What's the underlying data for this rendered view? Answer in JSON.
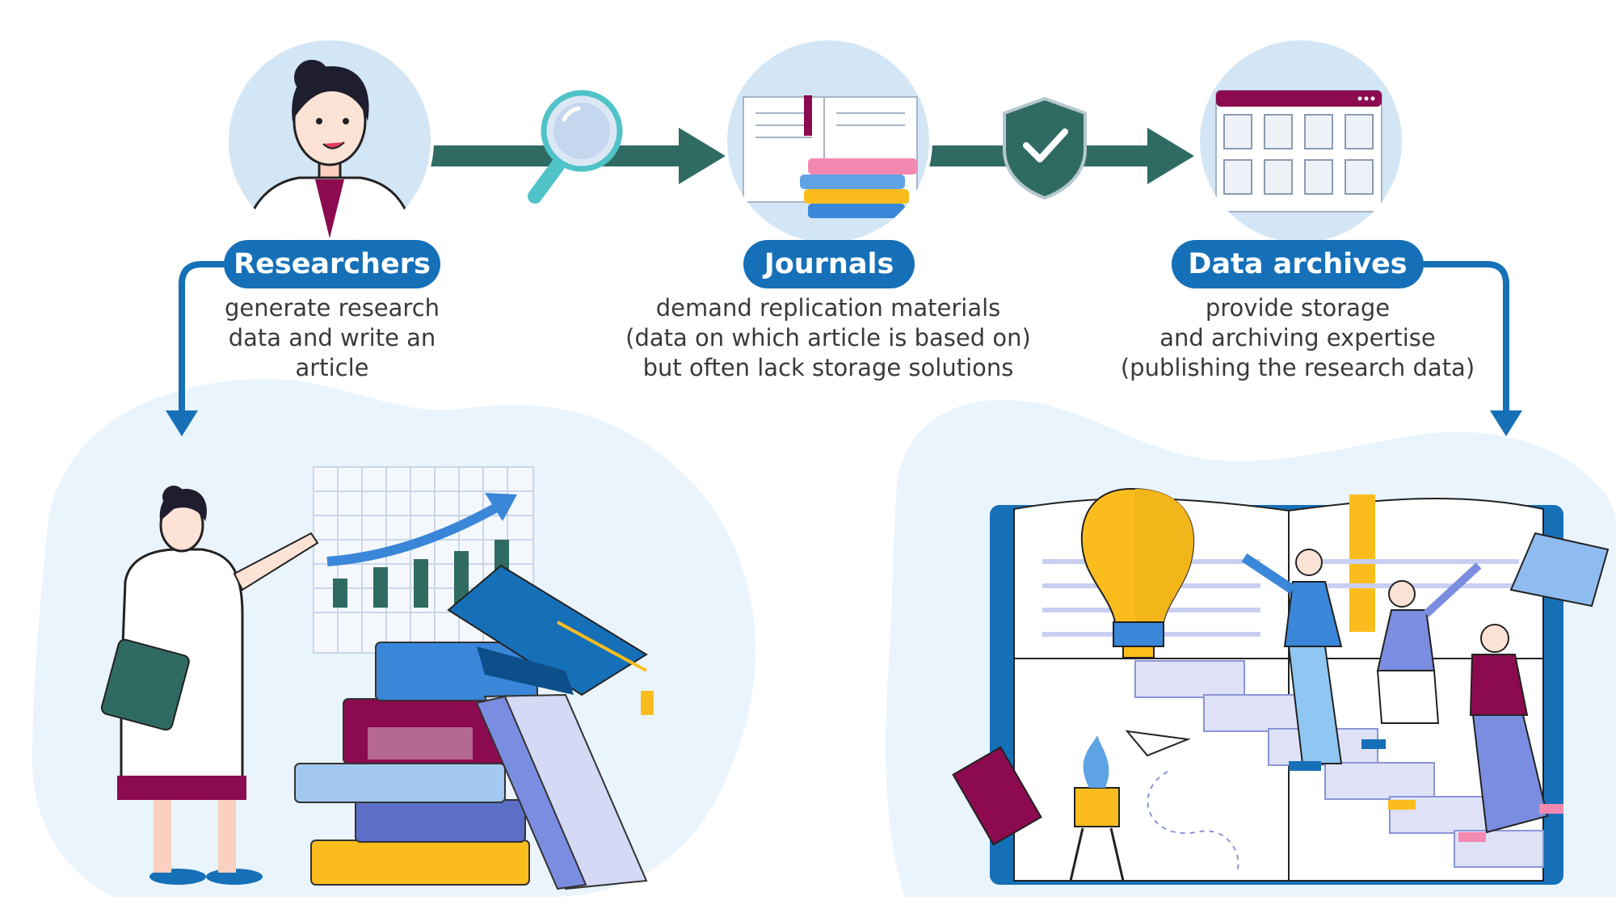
{
  "stages": [
    {
      "id": "researchers",
      "label": "Researchers",
      "description": [
        "generate research",
        "data and write an",
        "article"
      ]
    },
    {
      "id": "journals",
      "label": "Journals",
      "description": [
        "demand replication materials",
        "(data on which article is based on)",
        "but often lack storage solutions"
      ]
    },
    {
      "id": "archives",
      "label": "Data archives",
      "description": [
        "provide storage",
        "and archiving expertise",
        "(publishing the research data)"
      ]
    }
  ],
  "colors": {
    "pill": "#1670b8",
    "arrow": "#2f6b62",
    "blob": "#eaf4fc",
    "circle": "#d3e6f5",
    "maroon": "#8c0a4f",
    "yellow": "#fbbd1d",
    "blue": "#3a86d8"
  },
  "icons": [
    "magnifier-icon",
    "shield-check-icon"
  ]
}
